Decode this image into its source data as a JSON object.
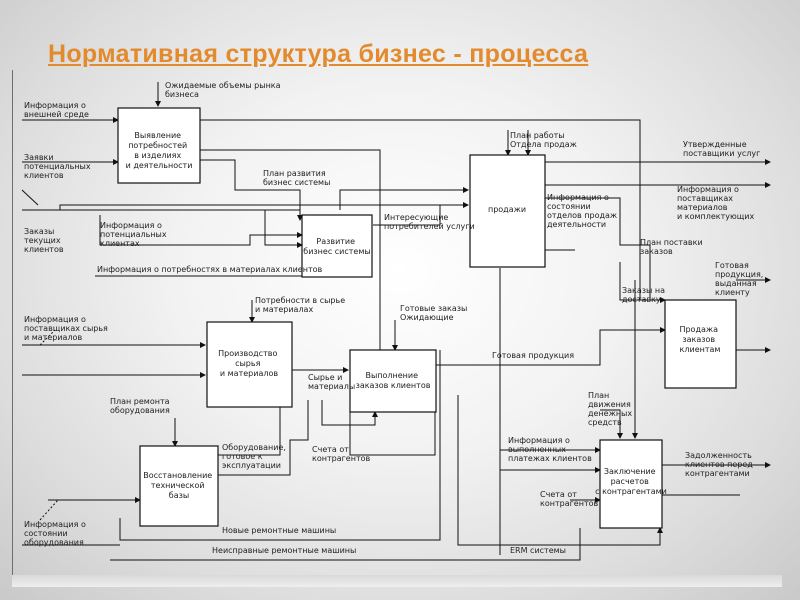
{
  "slide": {
    "title": "Нормативная структура бизнес - процесса"
  },
  "boxes": [
    {
      "id": "b1",
      "lines": [
        "Выявление",
        "потребностей",
        "в изделиях",
        "и деятельности"
      ]
    },
    {
      "id": "b2",
      "lines": [
        "Развитие",
        "бизнес системы"
      ]
    },
    {
      "id": "b3",
      "lines": [
        "продажи"
      ]
    },
    {
      "id": "b4",
      "lines": [
        "Производство",
        "сырья",
        "и материалов"
      ]
    },
    {
      "id": "b5",
      "lines": [
        "Выполнение",
        "заказов клиентов"
      ]
    },
    {
      "id": "b6",
      "lines": [
        "Продажа",
        "заказов",
        "клиентам"
      ]
    },
    {
      "id": "b7",
      "lines": [
        "Восстановление",
        "технической",
        "базы"
      ]
    },
    {
      "id": "b8",
      "lines": [
        "Заключение",
        "расчетов",
        "с контрагентами"
      ]
    }
  ],
  "labels": [
    {
      "id": "t1",
      "lines": [
        "Ожидаемые объемы рынка",
        "бизнеса"
      ]
    },
    {
      "id": "t2",
      "lines": [
        "Информация о",
        "внешней среде"
      ]
    },
    {
      "id": "t3",
      "lines": [
        "Заявки",
        "потенциальных",
        "клиентов"
      ]
    },
    {
      "id": "t4",
      "lines": [
        "Заказы",
        "текущих",
        "клиентов"
      ]
    },
    {
      "id": "t5",
      "lines": [
        "Информация о",
        "потенциальных",
        "клиентах"
      ]
    },
    {
      "id": "t6",
      "lines": [
        "План развития",
        "бизнес системы"
      ]
    },
    {
      "id": "t7",
      "lines": [
        "Информация о потребностях в материалах клиентов"
      ]
    },
    {
      "id": "t8",
      "lines": [
        "План работы",
        "Отдела продаж"
      ]
    },
    {
      "id": "t9",
      "lines": [
        "Интересующие",
        "потребителей услуги"
      ]
    },
    {
      "id": "t10",
      "lines": [
        "Информация о",
        "состоянии",
        "отделов продаж",
        "деятельности"
      ]
    },
    {
      "id": "t11",
      "lines": [
        "Утвержденные",
        "поставщики услуг"
      ]
    },
    {
      "id": "t12",
      "lines": [
        "Информация о",
        "поставщиках",
        "материалов",
        "и комплектующих"
      ]
    },
    {
      "id": "t13",
      "lines": [
        "План поставки",
        "заказов"
      ]
    },
    {
      "id": "t14",
      "lines": [
        "Заказы на",
        "доставку"
      ]
    },
    {
      "id": "t15",
      "lines": [
        "Готовая",
        "продукция,",
        "выданная",
        "клиенту"
      ]
    },
    {
      "id": "t16",
      "lines": [
        "Информация о",
        "поставщиках сырья",
        "и материалов"
      ]
    },
    {
      "id": "t17",
      "lines": [
        "Потребности в сырье",
        "и материалах"
      ]
    },
    {
      "id": "t18",
      "lines": [
        "Готовые заказы",
        "Ожидающие"
      ]
    },
    {
      "id": "t19",
      "lines": [
        "Готовая продукция"
      ]
    },
    {
      "id": "t20",
      "lines": [
        "Сырье и",
        "материалы"
      ]
    },
    {
      "id": "t21",
      "lines": [
        "План ремонта",
        "оборудования"
      ]
    },
    {
      "id": "t22",
      "lines": [
        "Оборудование,",
        "готовое к",
        "эксплуатации"
      ]
    },
    {
      "id": "t23",
      "lines": [
        "Счета от",
        "контрагентов"
      ]
    },
    {
      "id": "t24",
      "lines": [
        "План",
        "движения",
        "денежных",
        "средств"
      ]
    },
    {
      "id": "t25",
      "lines": [
        "Информация о",
        "выполненных",
        "платежах клиентов"
      ]
    },
    {
      "id": "t26",
      "lines": [
        "Задолженность",
        "клиентов перед",
        "контрагентами"
      ]
    },
    {
      "id": "t27",
      "lines": [
        "Счета от",
        "контрагентов"
      ]
    },
    {
      "id": "t28",
      "lines": [
        "Информация о",
        "состоянии",
        "оборудования"
      ]
    },
    {
      "id": "t29",
      "lines": [
        "Новые ремонтные машины"
      ]
    },
    {
      "id": "t30",
      "lines": [
        "Неисправные ремонтные машины"
      ]
    },
    {
      "id": "t31",
      "lines": [
        "ERM системы"
      ]
    }
  ]
}
